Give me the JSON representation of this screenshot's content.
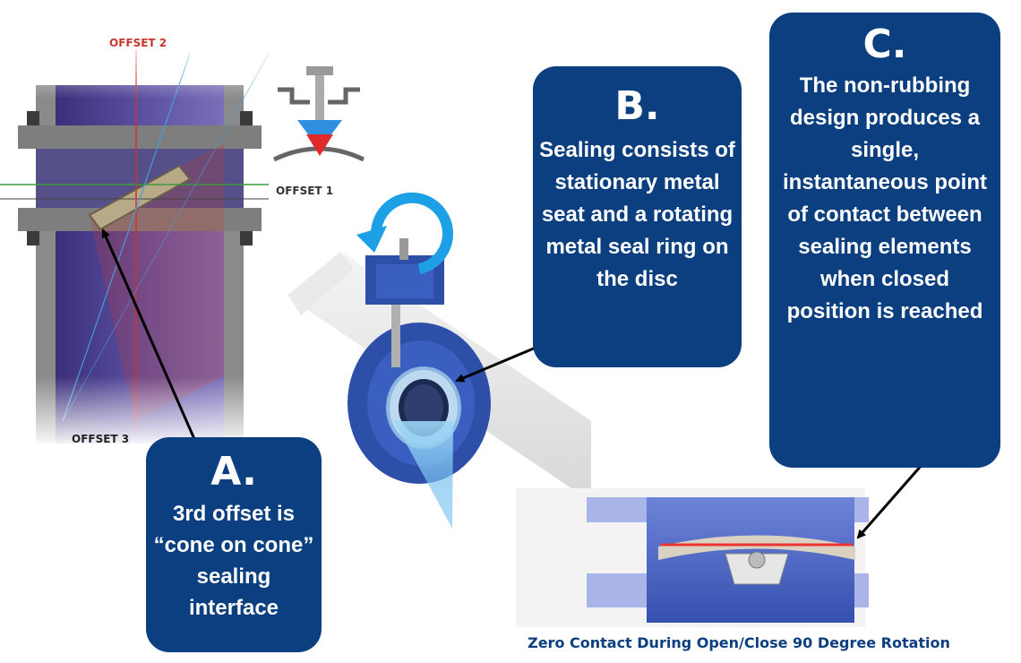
{
  "labels": {
    "offset_1": "OFFSET 1",
    "offset_2": "OFFSET 2",
    "offset_3": "OFFSET 3"
  },
  "callouts": {
    "a": {
      "letter": "A.",
      "text": "3rd offset is “cone on cone” sealing interface"
    },
    "b": {
      "letter": "B.",
      "text": "Sealing consists of stationary metal seat and a rotating metal seal ring on the disc"
    },
    "c": {
      "letter": "C.",
      "text": "The non-rubbing design produces a single, instantaneous point of contact between sealing elements when closed position is reached"
    }
  },
  "caption": "Zero Contact During Open/Close 90 Degree Rotation",
  "colors": {
    "callout_fill": "#0c3f80",
    "valve_blue": "#2d4fa8",
    "rotation_arrow": "#1ea0e6",
    "offset_red": "#c8362f"
  }
}
